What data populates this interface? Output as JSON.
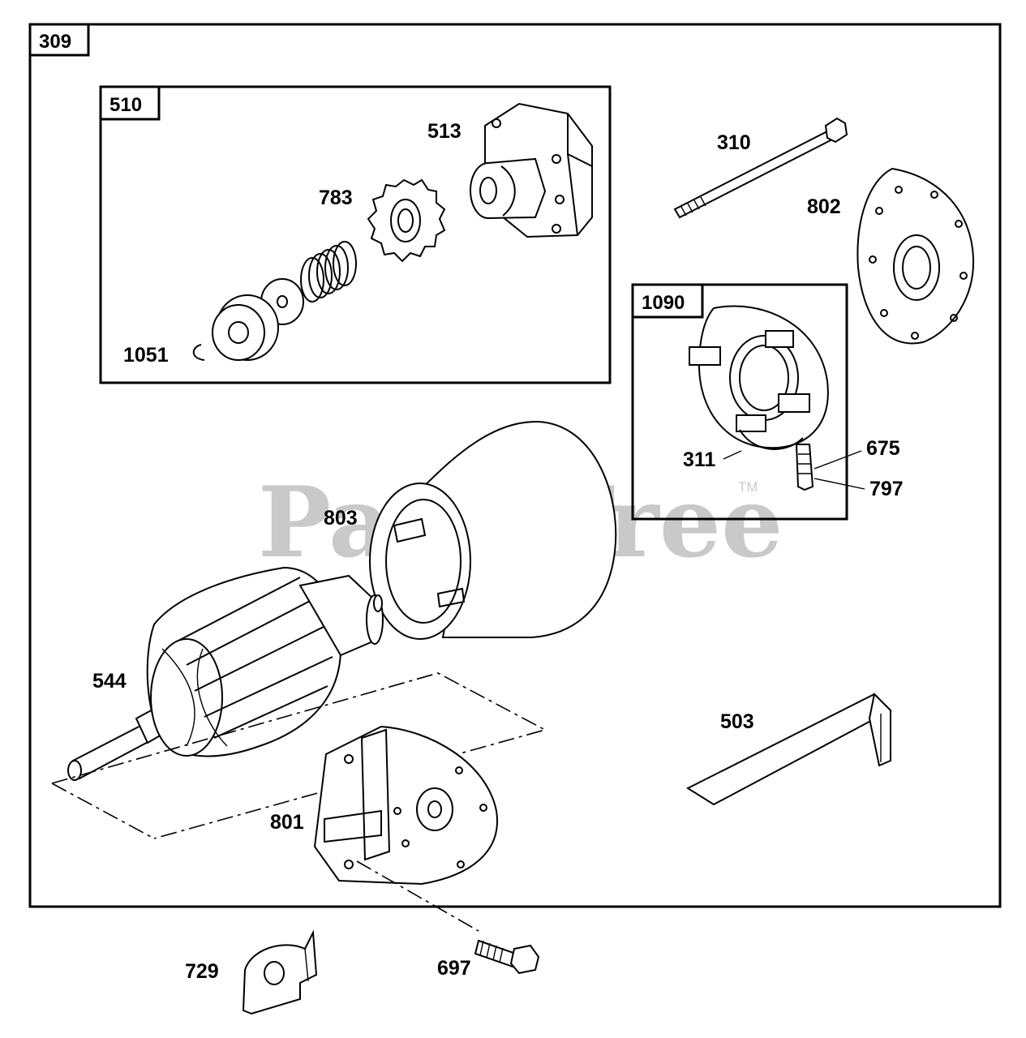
{
  "watermark": {
    "text": "PartsTree",
    "trademark": "TM"
  },
  "boxes": {
    "main": "309",
    "drive": "510",
    "brush": "1090"
  },
  "parts": {
    "p310": "310",
    "p311": "311",
    "p503": "503",
    "p513": "513",
    "p544": "544",
    "p675": "675",
    "p697": "697",
    "p729": "729",
    "p783": "783",
    "p797": "797",
    "p801": "801",
    "p802": "802",
    "p803": "803",
    "p1051": "1051"
  }
}
